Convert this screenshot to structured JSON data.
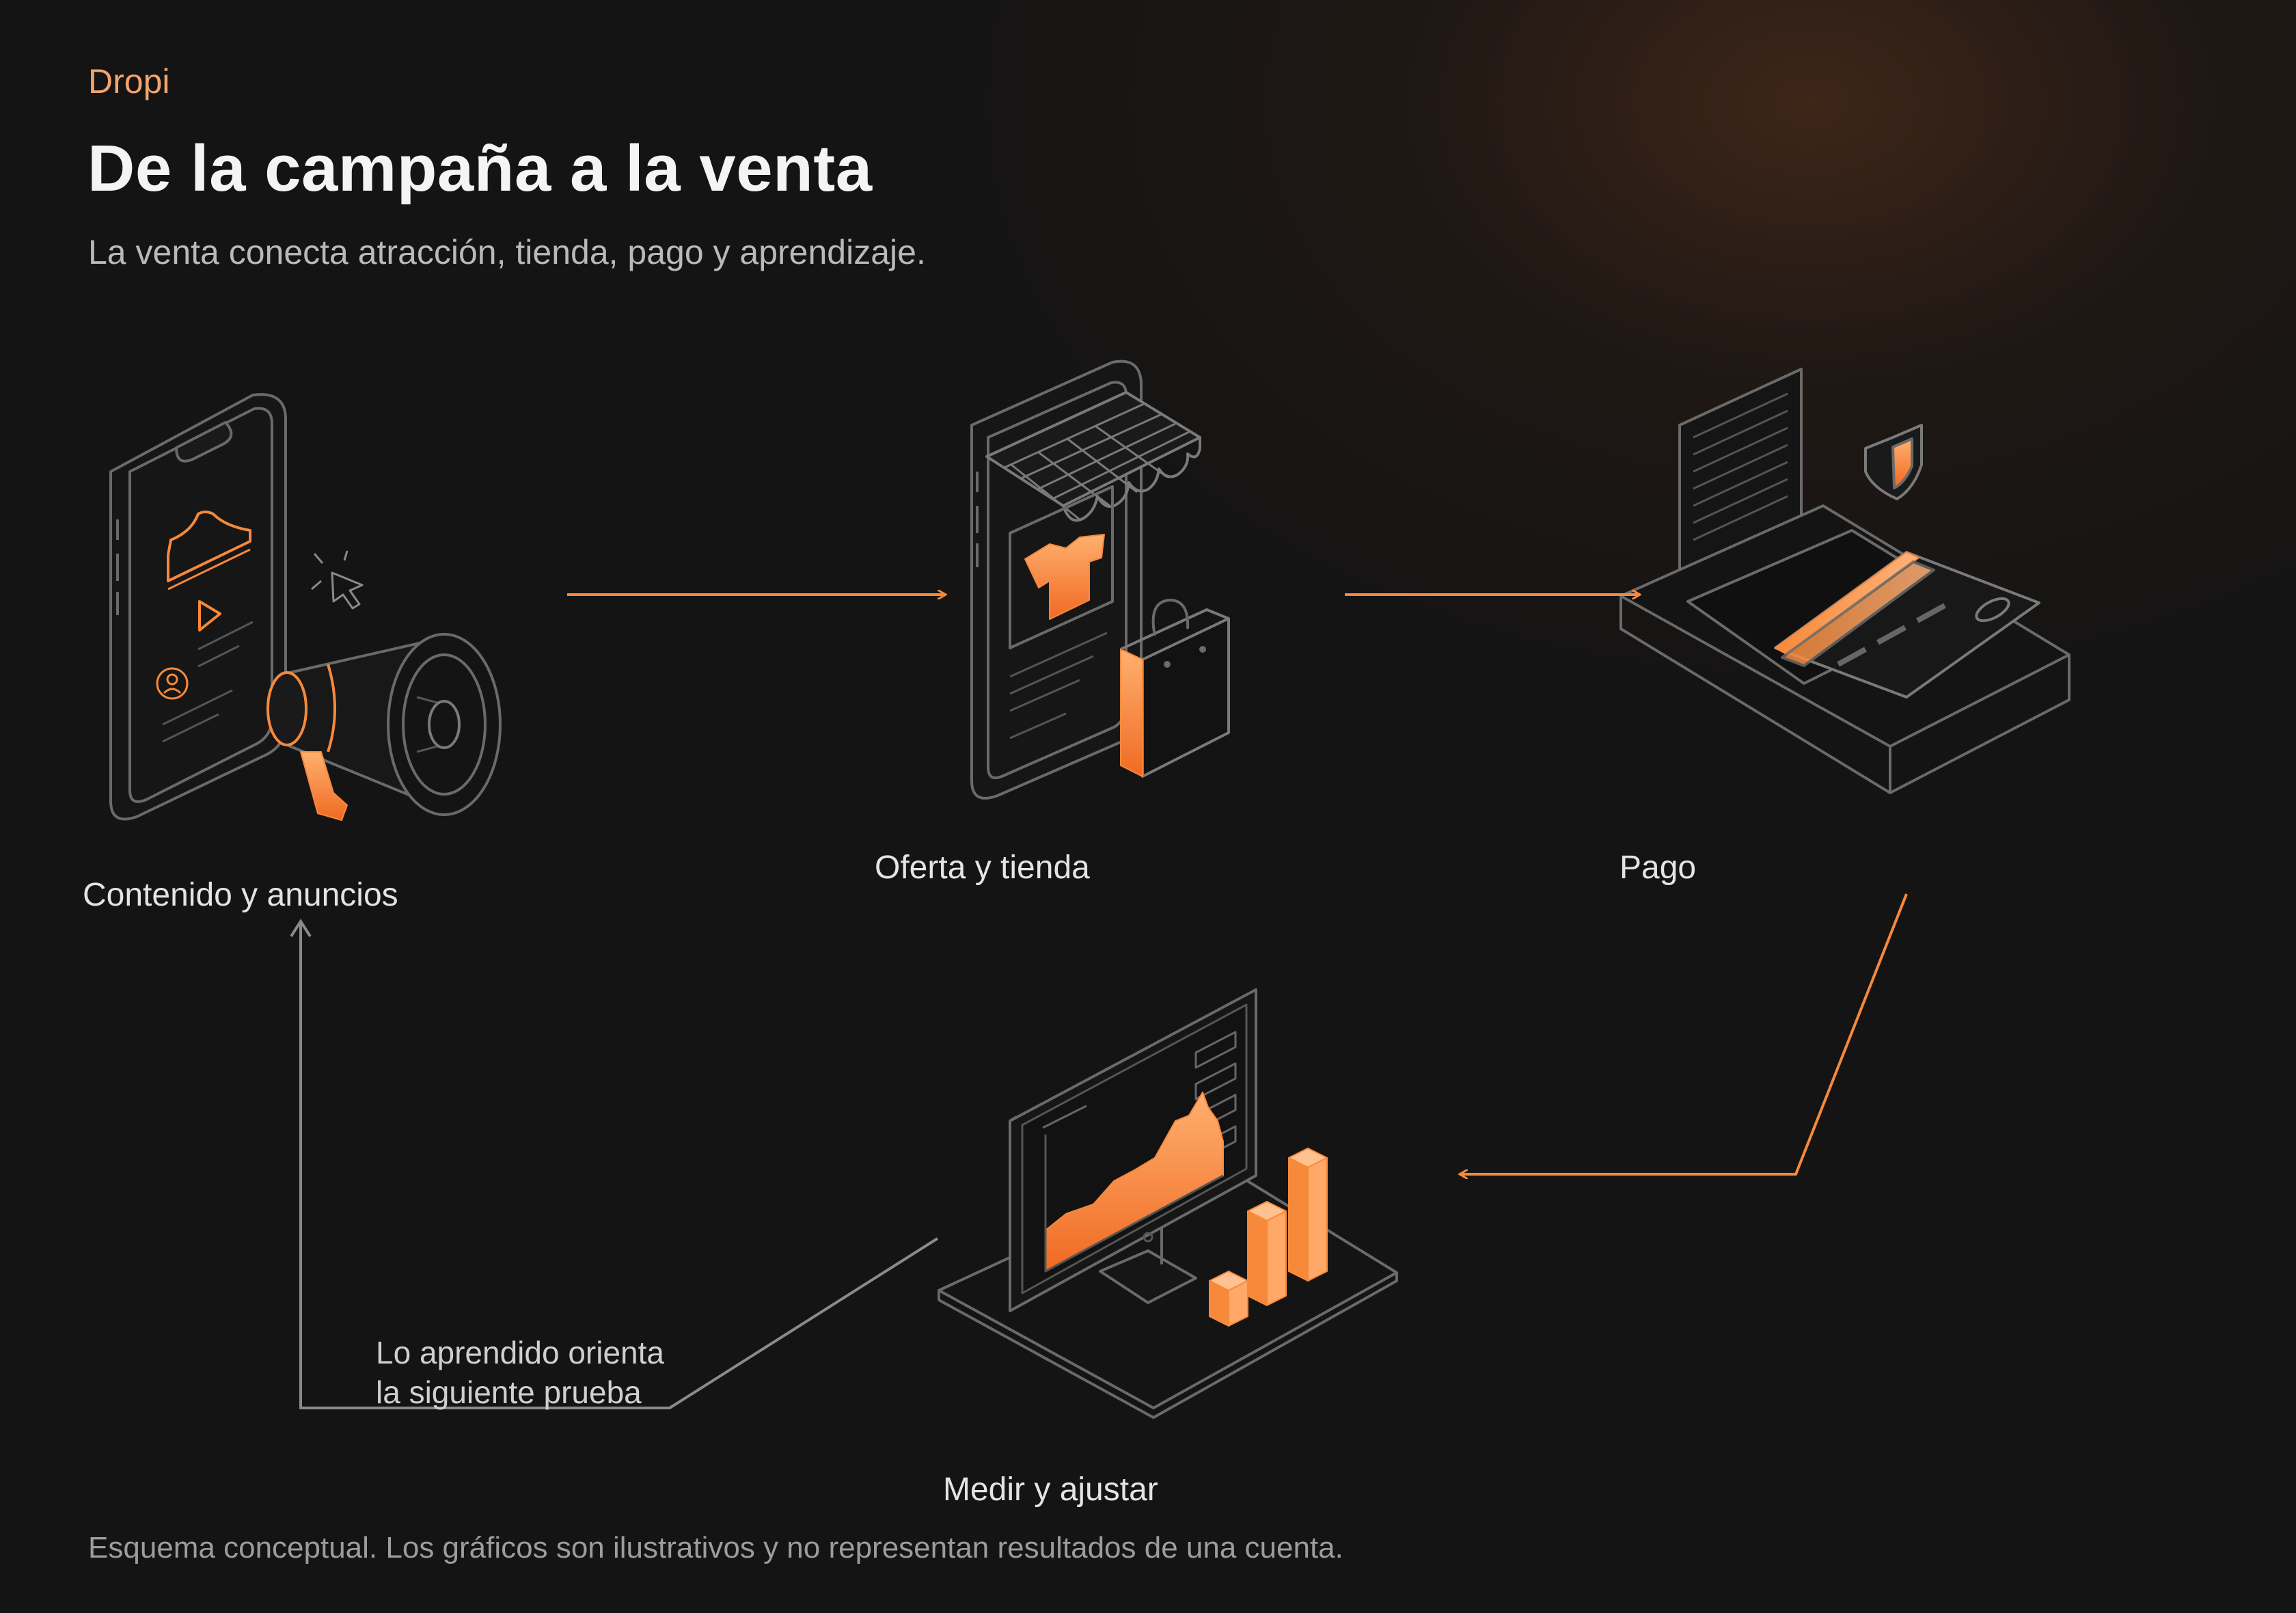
{
  "header": {
    "brand": "Dropi",
    "title": "De la campaña a la venta",
    "subtitle": "La venta conecta atracción, tienda, pago y aprendizaje."
  },
  "steps": [
    {
      "label": "Contenido y anuncios",
      "icon": "megaphone-phone-icon"
    },
    {
      "label": "Oferta y tienda",
      "icon": "storefront-phone-icon"
    },
    {
      "label": "Pago",
      "icon": "card-payment-icon"
    },
    {
      "label": "Medir y ajustar",
      "icon": "analytics-monitor-icon"
    }
  ],
  "feedback_note": {
    "line1": "Lo aprendido orienta",
    "line2": "la siguiente prueba"
  },
  "footer": "Esquema conceptual. Los gráficos son ilustrativos y no representan resultados de una cuenta.",
  "colors": {
    "background": "#141414",
    "accent": "#f7893b",
    "line": "#8a8a8a",
    "brand": "#f3a46a"
  }
}
